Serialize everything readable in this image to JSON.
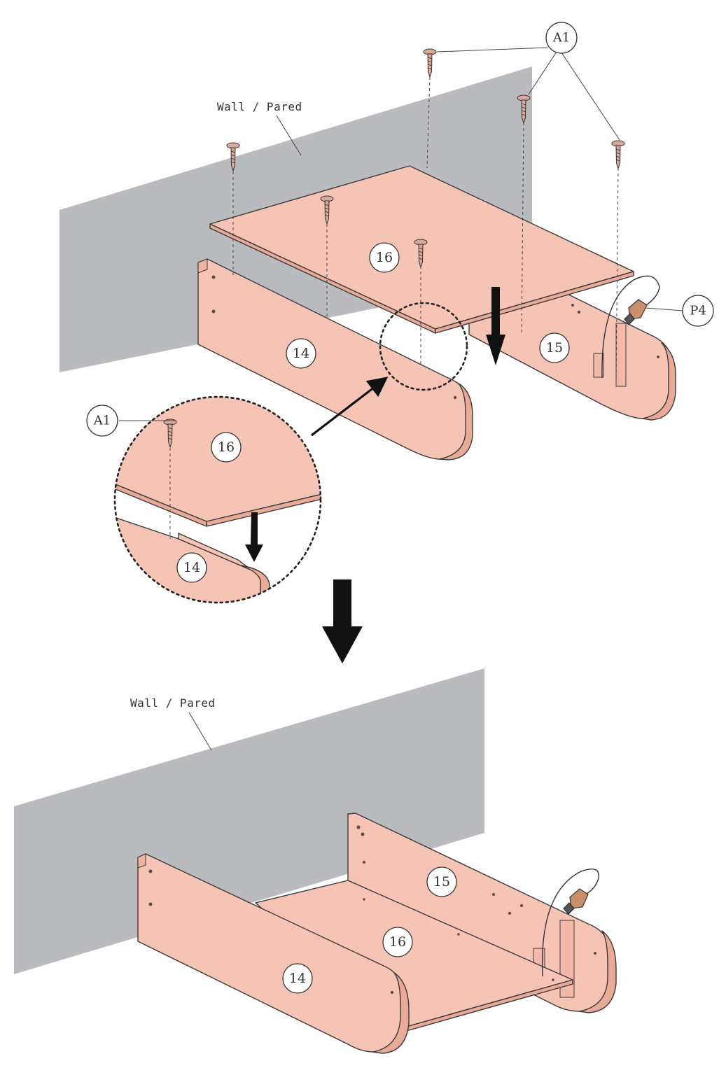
{
  "labels": {
    "wall_top": "Wall / Pared",
    "wall_bottom": "Wall / Pared",
    "screw_callout_top": "A1",
    "screw_callout_detail": "A1",
    "hardware_callout": "P4"
  },
  "parts": {
    "top_panel": "16",
    "left_side_top": "14",
    "right_side_top": "15",
    "detail_panel": "16",
    "detail_side": "14",
    "bottom_panel": "16",
    "bottom_left_side": "14",
    "bottom_right_side": "15"
  },
  "colors": {
    "panel": "#f6c4b4",
    "wall": "#b9bbbf",
    "outline": "#3a3a3a"
  },
  "icons": [
    "screw-icon",
    "down-arrow-icon",
    "pointer-arrow-icon",
    "safety-strap-icon"
  ]
}
